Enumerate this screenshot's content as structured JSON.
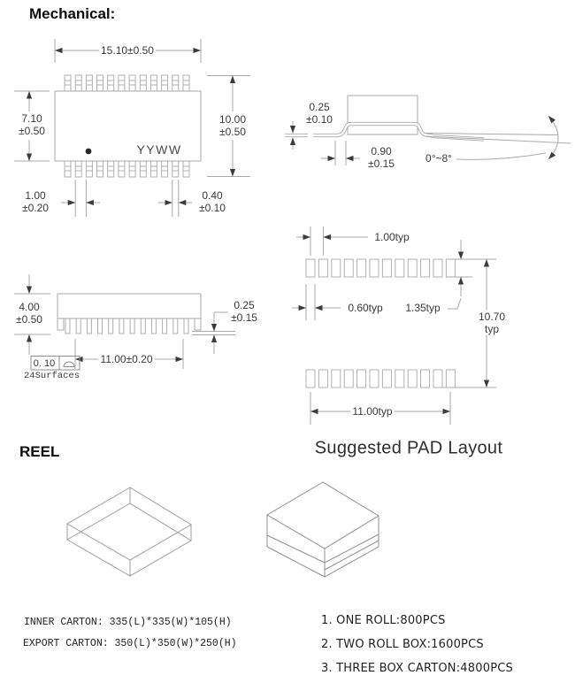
{
  "colors": {
    "line": "#a9a9a9",
    "arrow": "#3b3b3b",
    "text": "#3a3a3a"
  },
  "header": {
    "title": "Mechanical:"
  },
  "top_view": {
    "marking": "YYWW",
    "width_dim": "15.10±0.50",
    "left_height": [
      "7.10",
      "±0.50"
    ],
    "right_height": [
      "10.00",
      "±0.50"
    ],
    "pin_pitch": [
      "1.00",
      "±0.20"
    ],
    "pin_width": [
      "0.40",
      "±0.10"
    ]
  },
  "lead_detail": {
    "thickness": [
      "0.25",
      "±0.10"
    ],
    "foot_length": [
      "0.90",
      "±0.15"
    ],
    "lead_angle": "0°~8°"
  },
  "side_view": {
    "height": [
      "4.00",
      "±0.50"
    ],
    "standoff": [
      "0.25",
      "±0.15"
    ],
    "lead_span": "11.00±0.20",
    "coplanarity": "0. 10",
    "coplanarity_note": "24Surfaces"
  },
  "pad_layout": {
    "pitch": "1.00typ",
    "pad_width": "0.60typ",
    "pad_length": "1.35typ",
    "row_gap": [
      "10.70",
      "typ"
    ],
    "row_width": "11.00typ",
    "caption": "Suggested PAD Layout"
  },
  "reel": {
    "heading": "REEL",
    "inner_carton": "INNER CARTON: 335(L)*335(W)*105(H)",
    "export_carton": "EXPORT CARTON: 350(L)*350(W)*250(H)",
    "packing_list": [
      "1. ONE ROLL:800PCS",
      "2. TWO ROLL BOX:1600PCS",
      "3. THREE BOX CARTON:4800PCS"
    ]
  }
}
